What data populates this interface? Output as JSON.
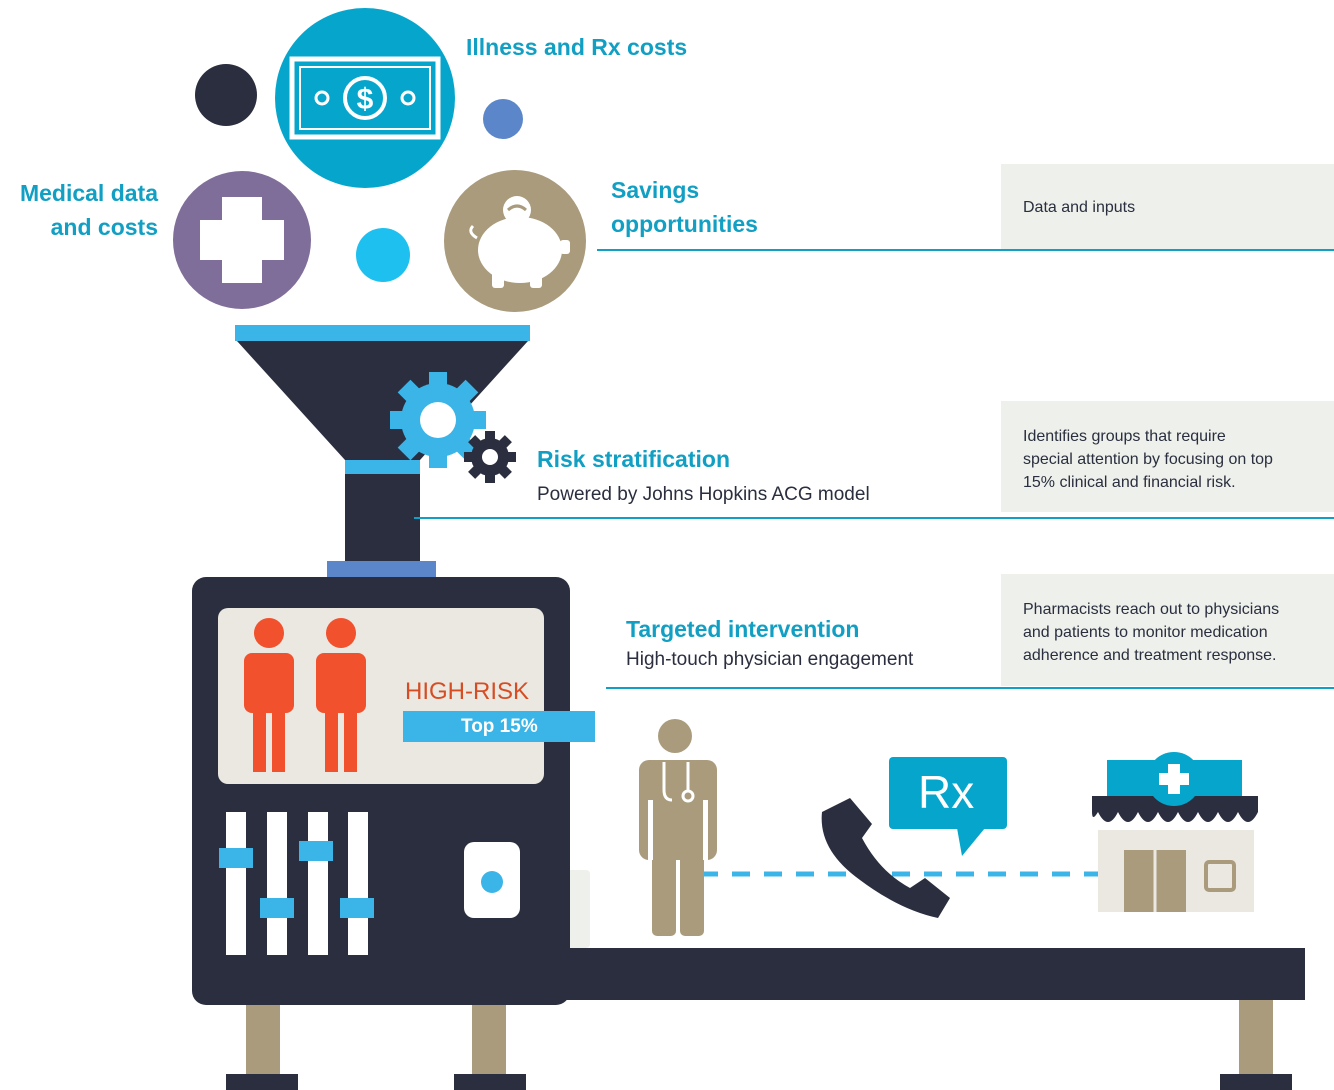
{
  "inputs": {
    "illness_label": "Illness and Rx costs",
    "medical_label_1": "Medical data",
    "medical_label_2": "and costs",
    "savings_label_1": "Savings",
    "savings_label_2": "opportunities"
  },
  "stages": {
    "data_inputs": {
      "description": "Data and inputs"
    },
    "risk": {
      "title": "Risk stratification",
      "subtitle": "Powered by Johns Hopkins ACG model",
      "description": [
        "Identifies groups that require",
        "special attention by focusing on top",
        "15% clinical and financial risk."
      ]
    },
    "intervention": {
      "title": "Targeted intervention",
      "subtitle": "High-touch physician engagement",
      "description": [
        "Pharmacists reach out to physicians",
        "and patients to monitor medication",
        "adherence and treatment response."
      ]
    }
  },
  "machine": {
    "screen_label": "HIGH-RISK",
    "tag": "Top 15%",
    "rx_symbol": "Rx"
  },
  "colors": {
    "accent_blue": "#119fc4",
    "navy": "#2a2e3e",
    "purple": "#806e9a",
    "tan": "#a99b7c",
    "light_blue": "#3bb4e8",
    "orange_red": "#f1512d",
    "box_bg": "#eef0eb"
  },
  "icons": [
    "dollar-bill-icon",
    "medical-cross-icon",
    "piggy-bank-icon",
    "gear-icon",
    "person-icon",
    "doctor-icon",
    "phone-icon",
    "rx-bubble-icon",
    "pharmacy-icon"
  ]
}
